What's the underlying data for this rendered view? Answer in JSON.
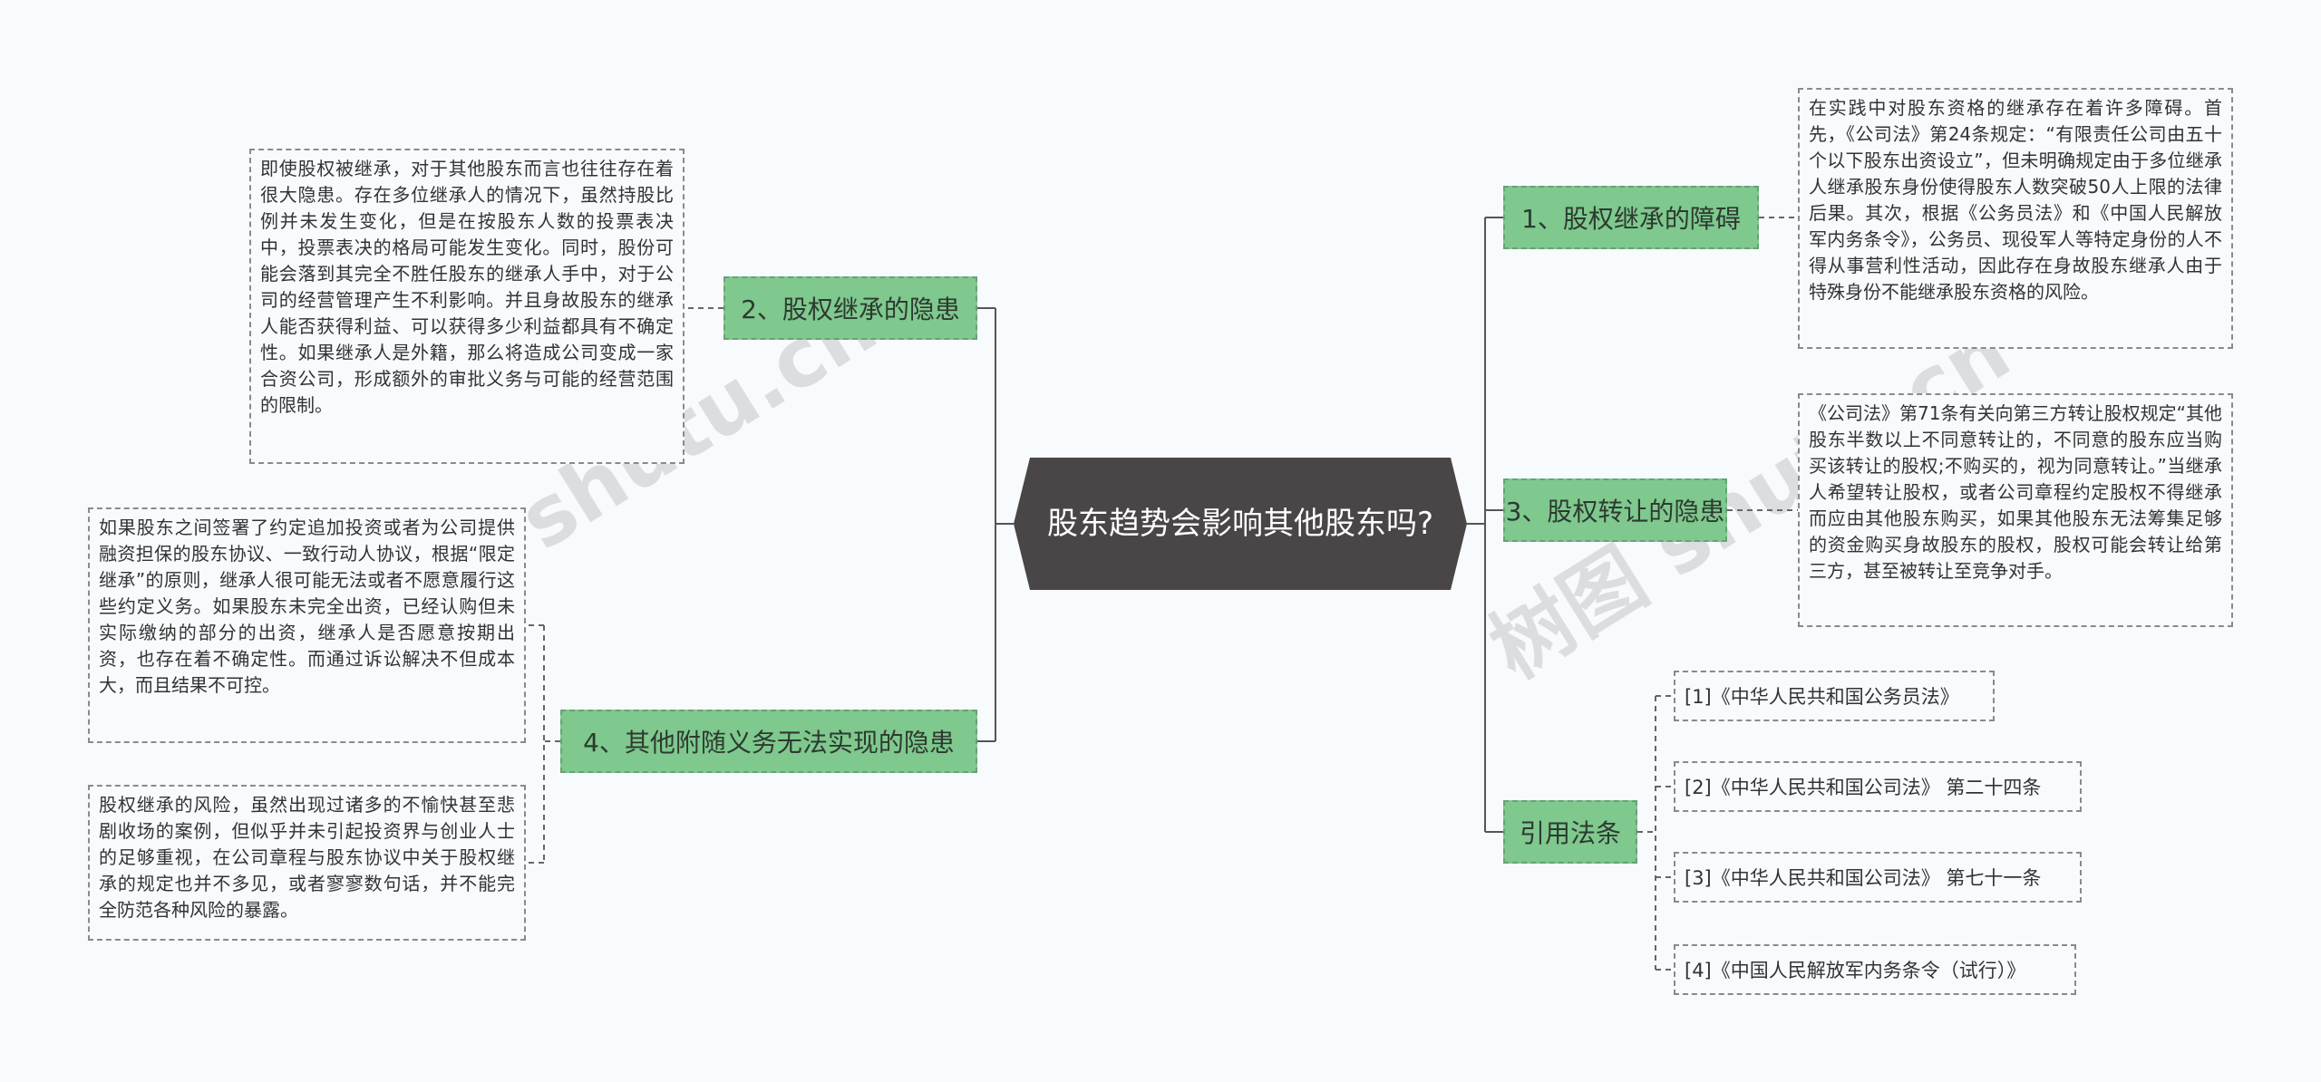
{
  "center": {
    "title": "股东趋势会影响其他股东吗?"
  },
  "left": [
    {
      "label": "2、股权继承的隐患",
      "notes": [
        "即使股权被继承，对于其他股东而言也往往存在着很大隐患。存在多位继承人的情况下，虽然持股比例并未发生变化，但是在按股东人数的投票表决中，投票表决的格局可能发生变化。同时，股份可能会落到其完全不胜任股东的继承人手中，对于公司的经营管理产生不利影响。并且身故股东的继承人能否获得利益、可以获得多少利益都具有不确定性。如果继承人是外籍，那么将造成公司变成一家合资公司，形成额外的审批义务与可能的经营范围的限制。"
      ]
    },
    {
      "label": "4、其他附随义务无法实现的隐患",
      "notes": [
        "如果股东之间签署了约定追加投资或者为公司提供融资担保的股东协议、一致行动人协议，根据“限定继承”的原则，继承人很可能无法或者不愿意履行这些约定义务。如果股东未完全出资，已经认购但未实际缴纳的部分的出资，继承人是否愿意按期出资，也存在着不确定性。而通过诉讼解决不但成本大，而且结果不可控。",
        "股权继承的风险，虽然出现过诸多的不愉快甚至悲剧收场的案例，但似乎并未引起投资界与创业人士的足够重视，在公司章程与股东协议中关于股权继承的规定也并不多见，或者寥寥数句话，并不能完全防范各种风险的暴露。"
      ]
    }
  ],
  "right": [
    {
      "label": "1、股权继承的障碍",
      "notes": [
        "在实践中对股东资格的继承存在着许多障碍。首先，《公司法》第24条规定：“有限责任公司由五十个以下股东出资设立”，但未明确规定由于多位继承人继承股东身份使得股东人数突破50人上限的法律后果。其次，根据《公务员法》和《中国人民解放军内务条令》，公务员、现役军人等特定身份的人不得从事营利性活动，因此存在身故股东继承人由于特殊身份不能继承股东资格的风险。"
      ]
    },
    {
      "label": "3、股权转让的隐患",
      "notes": [
        "《公司法》第71条有关向第三方转让股权规定“其他股东半数以上不同意转让的，不同意的股东应当购买该转让的股权;不购买的，视为同意转让。”当继承人希望转让股权，或者公司章程约定股权不得继承而应由其他股东购买，如果其他股东无法筹集足够的资金购买身故股东的股权，股权可能会转让给第三方，甚至被转让至竞争对手。"
      ]
    },
    {
      "label": "引用法条",
      "refs": [
        "[1]《中华人民共和国公务员法》",
        "[2]《中华人民共和国公司法》 第二十四条",
        "[3]《中华人民共和国公司法》 第七十一条",
        "[4]《中国人民解放军内务条令（试行）》"
      ]
    }
  ],
  "watermarks": [
    "树图 shutu.cn",
    "树图 shutu.cn"
  ],
  "colors": {
    "center_bg": "#4a4546",
    "topic_bg": "#7fc88e",
    "line": "#555555",
    "note_border": "#8a8a8a"
  }
}
